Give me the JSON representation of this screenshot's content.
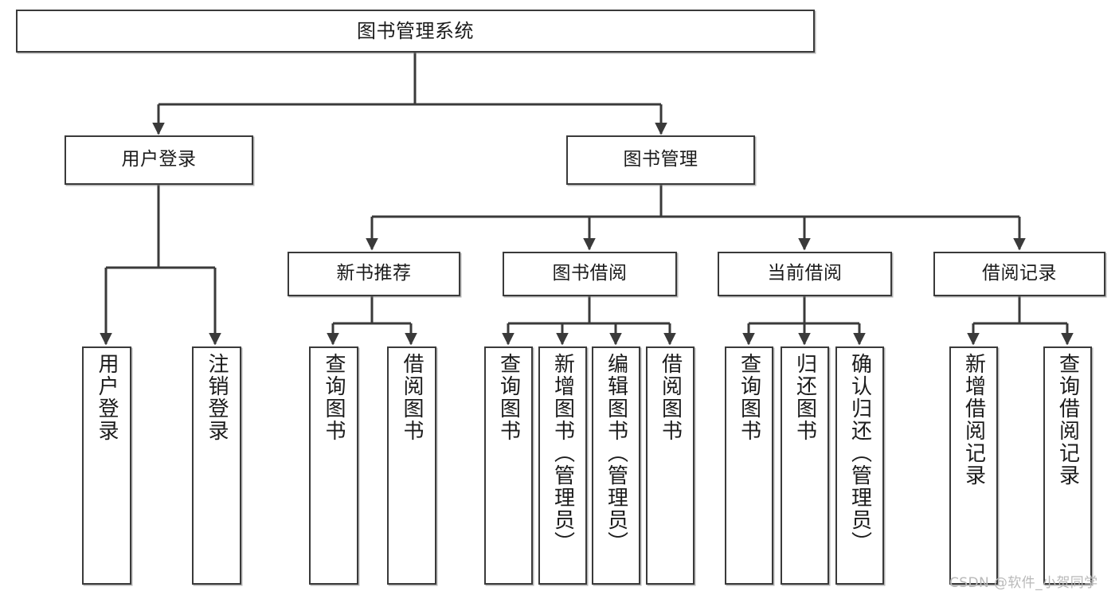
{
  "diagram": {
    "type": "tree",
    "title": "图书管理系统",
    "orientation": "top-down",
    "colors": {
      "box_border": "#3a3a3a",
      "box_fill": "#ffffff",
      "connector": "#3a3a3a",
      "watermark": "#b9b9b9",
      "page_background": "#ffffff"
    },
    "root": {
      "label": "图书管理系统"
    },
    "level2": [
      {
        "label": "用户登录"
      },
      {
        "label": "图书管理"
      }
    ],
    "level3": [
      {
        "label": "新书推荐"
      },
      {
        "label": "图书借阅"
      },
      {
        "label": "当前借阅"
      },
      {
        "label": "借阅记录"
      }
    ],
    "leaves": {
      "user_login": [
        {
          "label": "用户登录"
        },
        {
          "label": "注销登录"
        }
      ],
      "new_book_recommend": [
        {
          "label": "查询图书"
        },
        {
          "label": "借阅图书"
        }
      ],
      "book_borrow": [
        {
          "label": "查询图书"
        },
        {
          "label": "新增图书（管理员）"
        },
        {
          "label": "编辑图书（管理员）"
        },
        {
          "label": "借阅图书"
        }
      ],
      "current_borrow": [
        {
          "label": "查询图书"
        },
        {
          "label": "归还图书"
        },
        {
          "label": "确认归还（管理员）"
        }
      ],
      "borrow_record": [
        {
          "label": "新增借阅记录"
        },
        {
          "label": "查询借阅记录"
        }
      ]
    }
  },
  "watermark": {
    "text": "CSDN @软件_小贺同学"
  }
}
